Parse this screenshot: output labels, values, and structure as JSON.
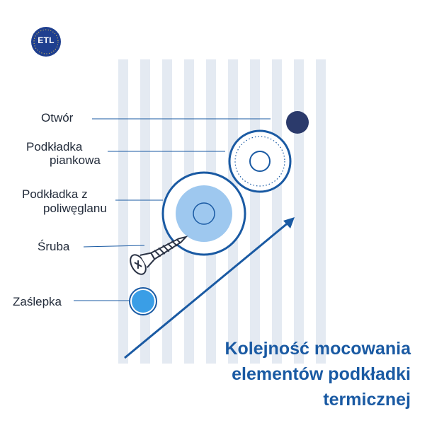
{
  "logo": {
    "text": "ETL",
    "color": "#1f3f8f"
  },
  "labels": {
    "otwor": "Otwór",
    "podkladka_piankowa_1": "Podkładka",
    "podkladka_piankowa_2": "piankowa",
    "podkladka_poli_1": "Podkładka z",
    "podkladka_poli_2": "poliwęglanu",
    "sruba": "Śruba",
    "zaslepka": "Zaślepka"
  },
  "title": {
    "line1": "Kolejność mocowania",
    "line2": "elementów podkładki",
    "line3": "termicznej"
  },
  "colors": {
    "stripe": "#e4eaf2",
    "accent": "#1a5aa3",
    "hole": "#2b3a6b",
    "washer_fill": "#9ec8ef",
    "cap_fill": "#3a9ee6"
  }
}
